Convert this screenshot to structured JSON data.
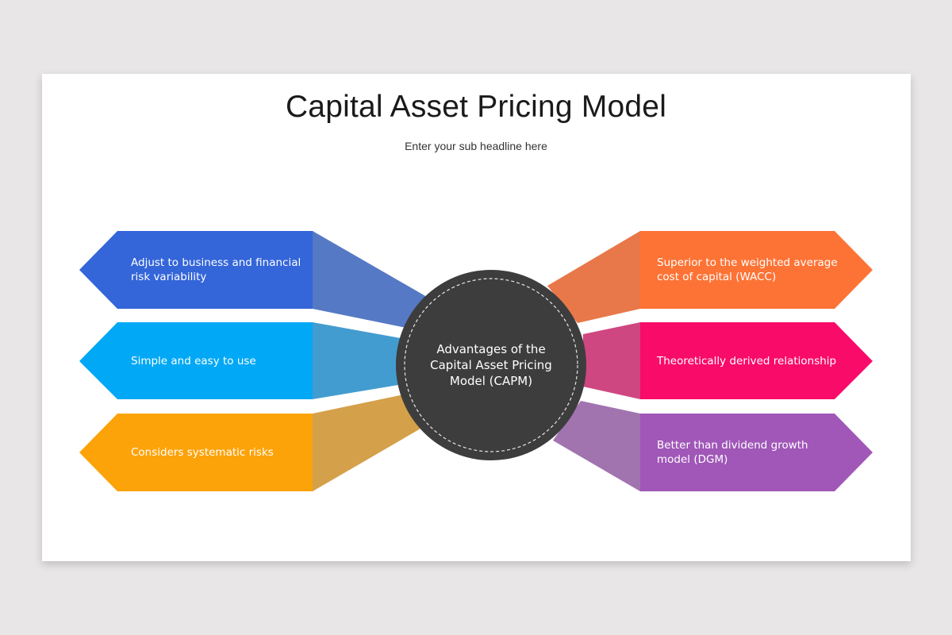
{
  "slide": {
    "title": "Capital Asset Pricing Model",
    "subtitle": "Enter your sub headline here"
  },
  "center": {
    "label": "Advantages of the Capital Asset Pricing Model (CAPM)",
    "fill": "#3d3d3d",
    "ring": "#e6e6e6"
  },
  "items": [
    {
      "side": "left",
      "label": "Adjust to business and financial risk variability",
      "color": "#3465d9",
      "funnel": "#5579c4"
    },
    {
      "side": "left",
      "label": "Simple and easy to use",
      "color": "#00a8f5",
      "funnel": "#439ccf"
    },
    {
      "side": "left",
      "label": "Considers systematic risks",
      "color": "#fca30a",
      "funnel": "#d4a049"
    },
    {
      "side": "right",
      "label": "Superior to the weighted average cost of capital (WACC)",
      "color": "#fd7335",
      "funnel": "#e8784a"
    },
    {
      "side": "right",
      "label": "Theoretically derived relationship",
      "color": "#f90b6a",
      "funnel": "#cf4780"
    },
    {
      "side": "right",
      "label": "Better than dividend growth model (DGM)",
      "color": "#a057b8",
      "funnel": "#a174b0"
    }
  ]
}
